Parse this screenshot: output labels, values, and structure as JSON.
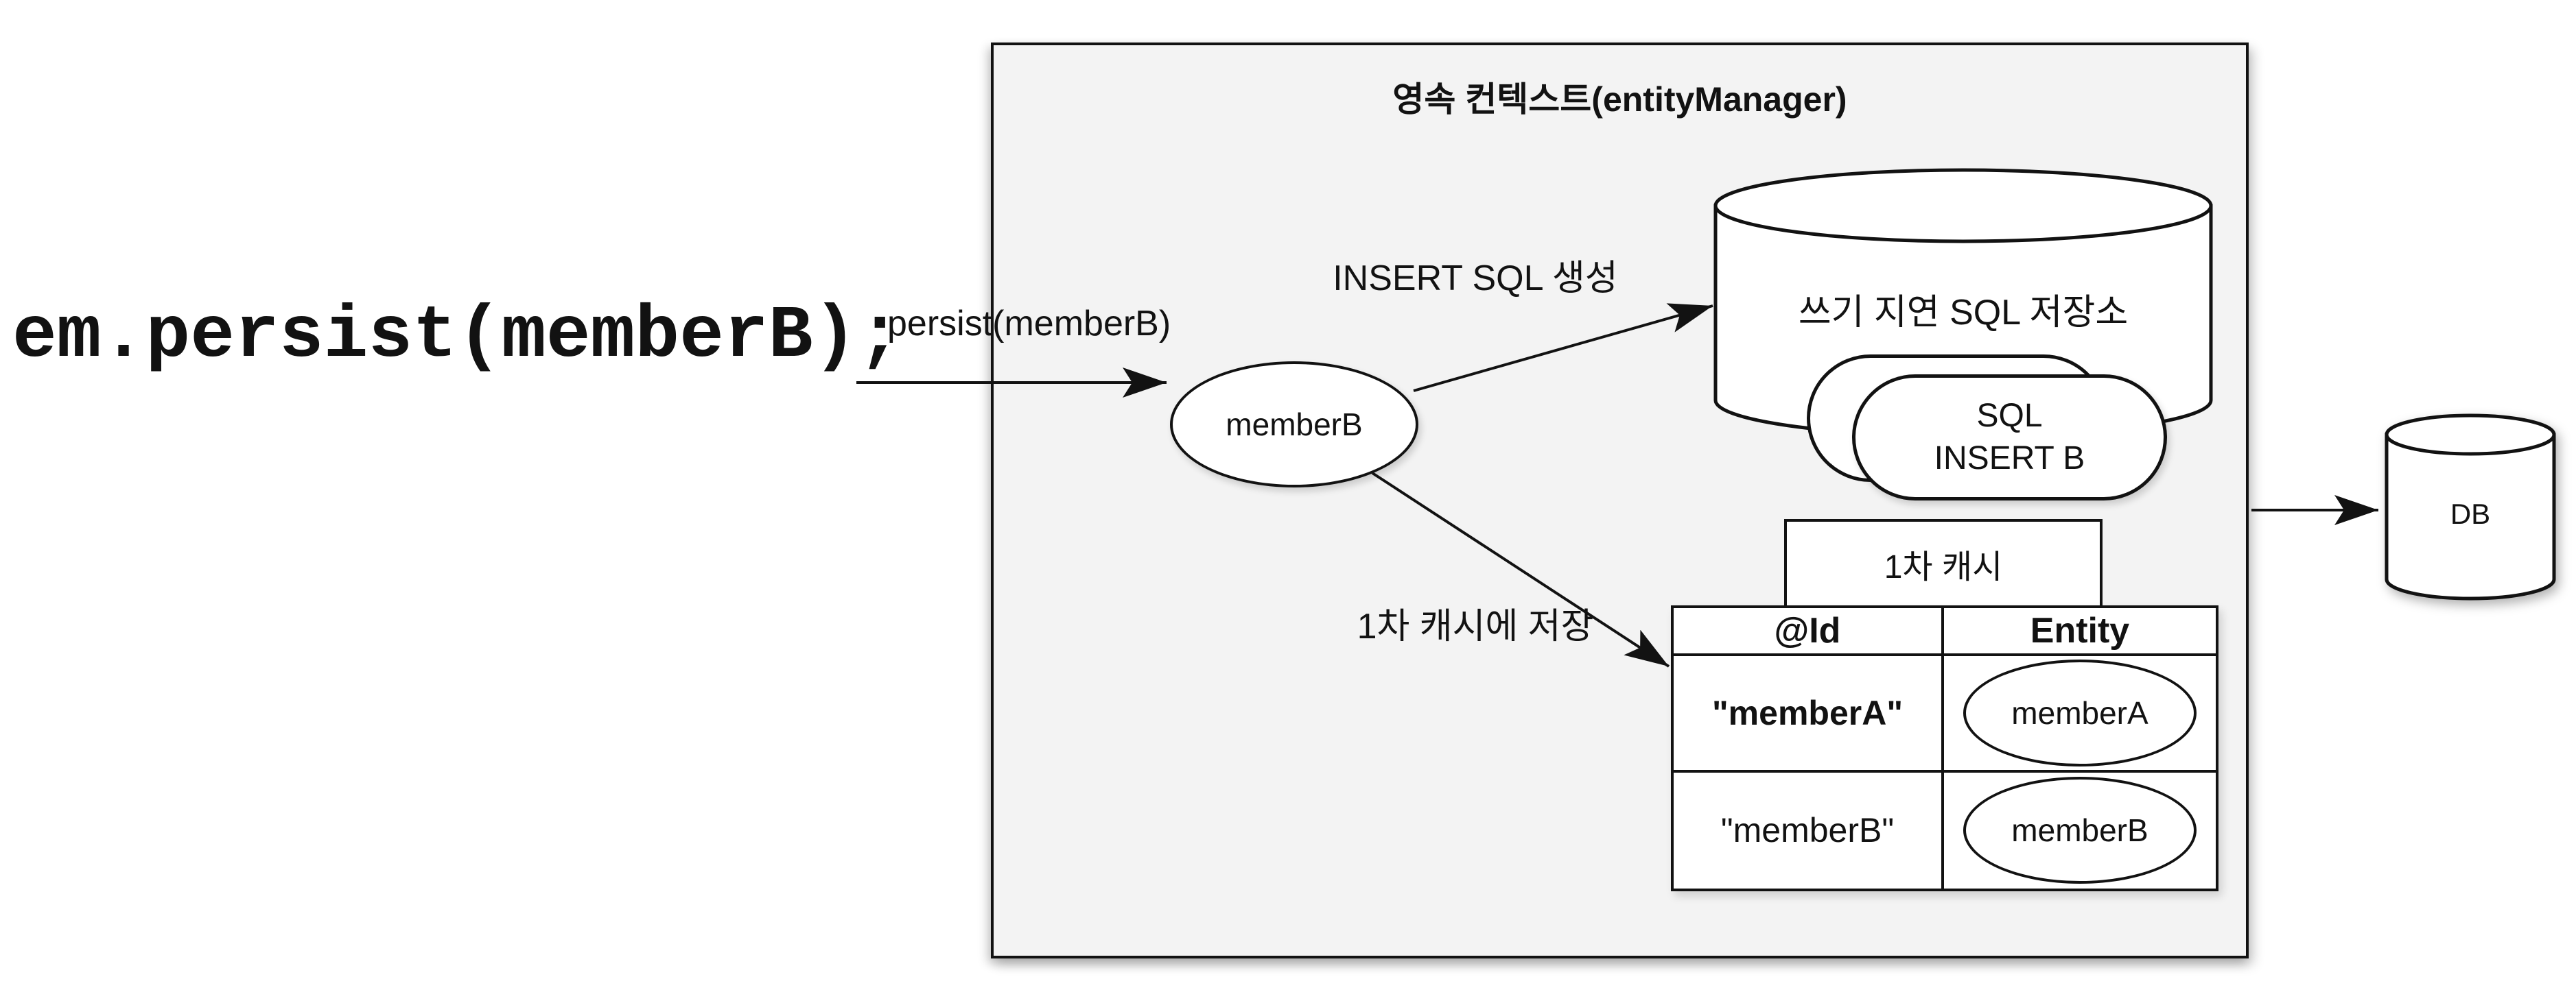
{
  "code_line": "em.persist(memberB);",
  "context": {
    "title": "영속 컨텍스트(entityManager)"
  },
  "member_entity": {
    "label": "memberB"
  },
  "arrows": {
    "persist": {
      "label": "persist(memberB)"
    },
    "insert_sql": {
      "label": "INSERT SQL 생성"
    },
    "cache_store": {
      "label": "1차 캐시에 저장"
    }
  },
  "sql_store": {
    "label": "쓰기 지연 SQL 저장소",
    "card": {
      "line1": "SQL",
      "line2": "INSERT B"
    }
  },
  "cache": {
    "label": "1차 캐시",
    "table": {
      "headers": [
        "@Id",
        "Entity"
      ],
      "rows": [
        {
          "id": "\"memberA\"",
          "entity": "memberA"
        },
        {
          "id": "\"memberB\"",
          "entity": "memberB"
        }
      ]
    }
  },
  "db": {
    "label": "DB"
  },
  "colors": {
    "stroke": "#121212",
    "context_bg": "#f3f3f3",
    "shape_fill": "#ffffff",
    "page_bg": "#ffffff"
  }
}
